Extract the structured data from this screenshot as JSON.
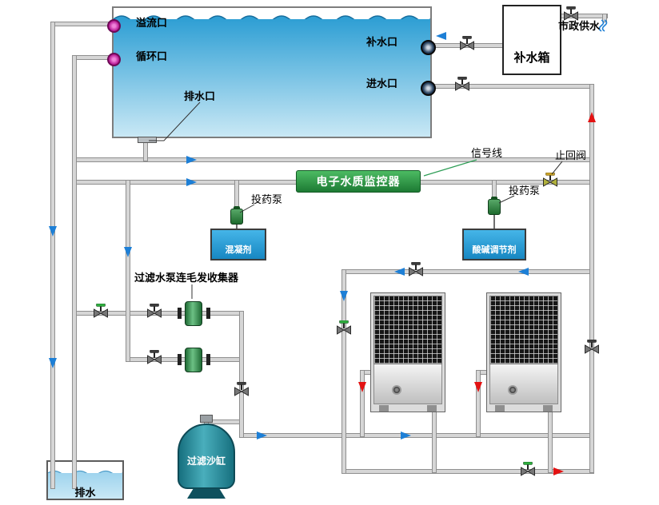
{
  "labels": {
    "overflow_port": "溢流口",
    "circulation_port": "循环口",
    "drain_port": "排水口",
    "refill_port": "补水口",
    "inlet_port": "进水口",
    "refill_tank": "补水箱",
    "municipal_supply": "市政供水",
    "monitor": "电子水质监控器",
    "signal_line": "信号线",
    "check_valve": "止回阀",
    "dosing_pump_left": "投药泵",
    "dosing_pump_right": "投药泵",
    "coagulant": "混凝剂",
    "ph_adjuster": "酸碱调节剂",
    "filter_pump_group": "过滤水泵连毛发收集器",
    "sand_filter": "过滤沙缸",
    "drain": "排水"
  },
  "colors": {
    "flow_blue": "#1d7fd6",
    "flow_red": "#e31212",
    "monitor_green": "#2a9b42",
    "pipe_gray": "#d6d6d6",
    "water_blue": "#2f9fd4",
    "chem_tank_blue": "#2596d1",
    "sand_filter_teal": "#2a8d9c",
    "port_magenta": "#b3138f"
  }
}
